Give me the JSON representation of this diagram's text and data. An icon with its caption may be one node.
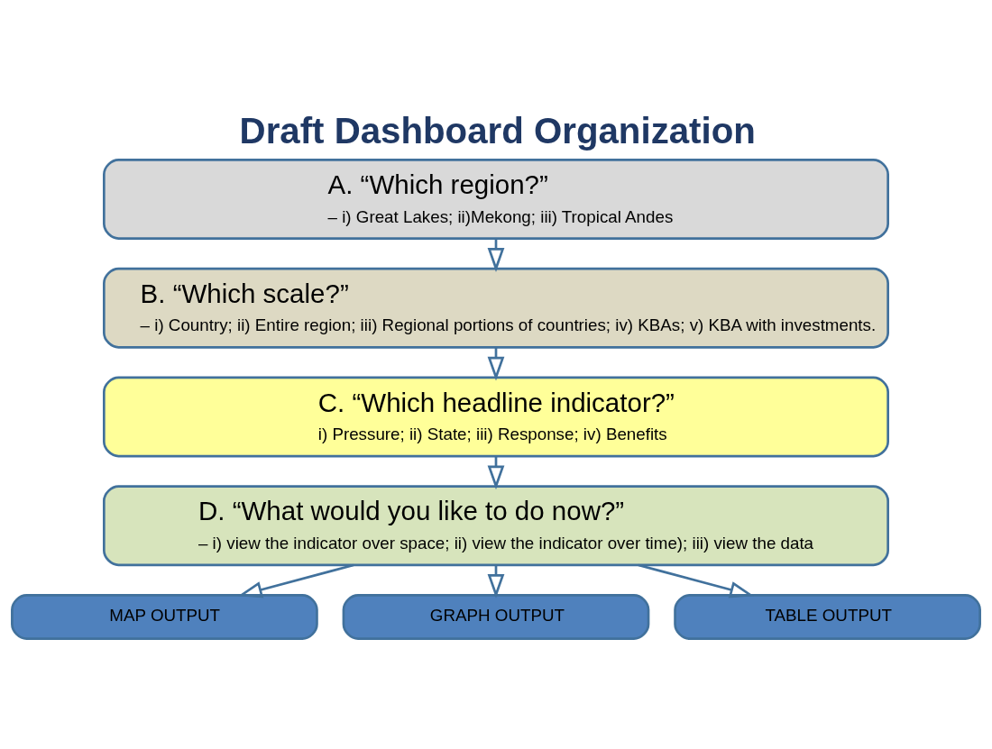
{
  "diagram": {
    "title": "Draft Dashboard Organization",
    "nodes": [
      {
        "text": [
          "A. “Which region?”",
          "– i) Great Lakes; ii)Mekong; iii) Tropical Andes"
        ]
      },
      {
        "text": [
          "B. “Which scale?”",
          "– i) Country; ii) Entire region; iii) Regional portions of countries; iv) KBAs; v) KBA with investments."
        ]
      },
      {
        "text": [
          "C. “Which headline indicator?”",
          "i) Pressure; ii) State; iii) Response; iv) Benefits"
        ]
      },
      {
        "text": [
          "D. “What would you like to do now?”",
          "– i) view the indicator over space; ii) view the indicator over time); iii) view the data"
        ]
      },
      {
        "text": [
          "MAP OUTPUT"
        ]
      },
      {
        "text": [
          "GRAPH OUTPUT"
        ]
      },
      {
        "text": [
          "TABLE OUTPUT"
        ]
      }
    ],
    "edges": [
      {
        "from": 0,
        "to": 1,
        "arrow": "to"
      },
      {
        "from": 1,
        "to": 2,
        "arrow": "to"
      },
      {
        "from": 2,
        "to": 3,
        "arrow": "to"
      },
      {
        "from": 3,
        "to": 4,
        "arrow": "to"
      },
      {
        "from": 3,
        "to": 5,
        "arrow": "to"
      },
      {
        "from": 3,
        "to": 6,
        "arrow": "to"
      }
    ]
  }
}
